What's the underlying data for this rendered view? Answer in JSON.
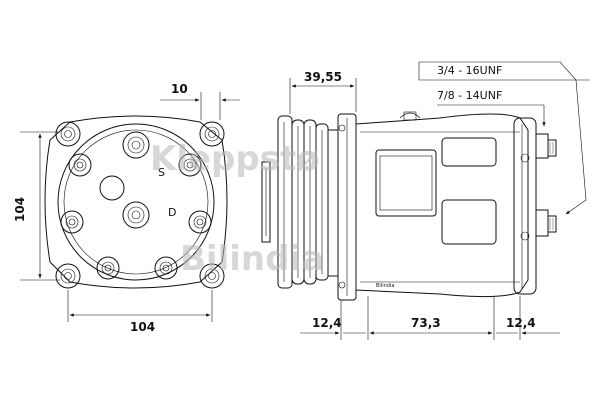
{
  "dimensions": {
    "flange_offset": "10",
    "height_left": "104",
    "width_bottom": "104",
    "pulley_depth": "39,55",
    "dim_a": "12,4",
    "dim_b": "73,3",
    "dim_c": "12,4"
  },
  "port_labels": {
    "suction": "S",
    "discharge": "D"
  },
  "thread_specs": {
    "upper": "3/4  - 16UNF",
    "lower": "7/8  - 14UNF"
  },
  "watermark": {
    "line1": "Kleppstø",
    "line2": "Bilindia"
  },
  "brand_mark": "Bilindia"
}
